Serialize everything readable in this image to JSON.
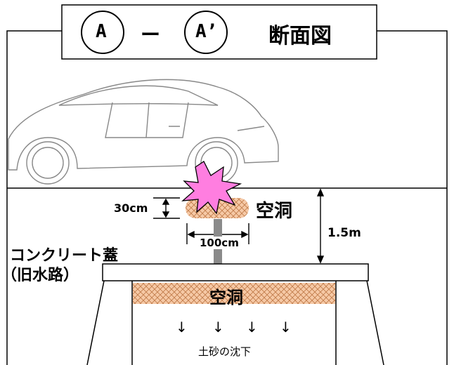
{
  "title": {
    "point_a": "A",
    "dash": "ー",
    "point_a_prime": "A’",
    "text": "断面図"
  },
  "cavity_upper": {
    "label": "空洞",
    "height_label": "30cm",
    "width_label": "100cm"
  },
  "depth_label": "1.5m",
  "concrete_cover": {
    "line1": "コンクリート蓋",
    "line2": "（旧水路）"
  },
  "cavity_lower": {
    "label": "空洞"
  },
  "settlement": {
    "label": "土砂の沈下",
    "arrow_glyph": "↓"
  },
  "colors": {
    "cavity_fill": "#f6c9a6",
    "cavity_hatch": "#c07a48",
    "impact_fill": "#ff7ee0",
    "flow_arrow": "#8a8a8a",
    "line": "#000000"
  }
}
